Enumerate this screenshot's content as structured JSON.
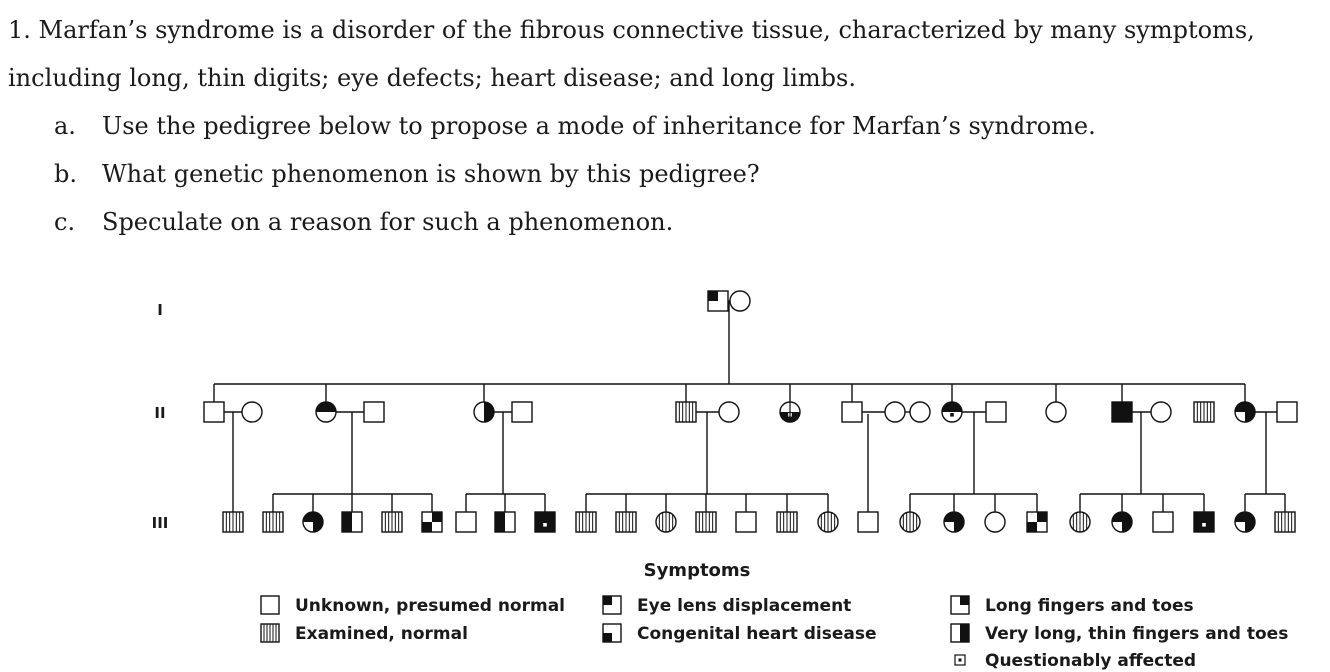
{
  "question": {
    "line1": "1. Marfan’s syndrome is a disorder of the fibrous connective tissue, characterized by many symptoms,",
    "line2": "including long, thin digits; eye defects; heart disease; and long limbs.",
    "parts": [
      {
        "letter": "a.",
        "text": "Use the pedigree below to propose a mode of inheritance for Marfan’s syndrome."
      },
      {
        "letter": "b.",
        "text": "What genetic phenomenon is shown by this pedigree?"
      },
      {
        "letter": "c.",
        "text": "Speculate on a reason for such a phenomenon."
      }
    ]
  },
  "pedigree": {
    "generation_labels": [
      "I",
      "II",
      "III"
    ],
    "individuals": {
      "I": [
        {
          "sex": "m",
          "pheno": "eye"
        },
        {
          "sex": "f",
          "pheno": "unknown"
        }
      ],
      "II": [
        {
          "sex": "m",
          "pheno": "unknown"
        },
        {
          "sex": "f",
          "pheno": "unknown"
        },
        {
          "sex": "f",
          "pheno": "eye+long"
        },
        {
          "sex": "m",
          "pheno": "unknown"
        },
        {
          "sex": "f",
          "pheno": "verylong"
        },
        {
          "sex": "m",
          "pheno": "unknown"
        },
        {
          "sex": "m",
          "pheno": "normal"
        },
        {
          "sex": "f",
          "pheno": "unknown"
        },
        {
          "sex": "f",
          "pheno": "mixed"
        },
        {
          "sex": "m",
          "pheno": "unknown"
        },
        {
          "sex": "f",
          "pheno": "unknown"
        },
        {
          "sex": "f",
          "pheno": "unknown"
        },
        {
          "sex": "f",
          "pheno": "eye+long+q"
        },
        {
          "sex": "m",
          "pheno": "unknown"
        },
        {
          "sex": "f",
          "pheno": "unknown"
        },
        {
          "sex": "m",
          "pheno": "all"
        },
        {
          "sex": "f",
          "pheno": "unknown"
        },
        {
          "sex": "m",
          "pheno": "normal"
        },
        {
          "sex": "f",
          "pheno": "eye+verylong"
        },
        {
          "sex": "m",
          "pheno": "unknown"
        }
      ],
      "III": [
        {
          "sex": "m",
          "pheno": "normal"
        },
        {
          "sex": "m",
          "pheno": "normal"
        },
        {
          "sex": "f",
          "pheno": "eye+verylong"
        },
        {
          "sex": "m",
          "pheno": "eye+heart"
        },
        {
          "sex": "m",
          "pheno": "normal"
        },
        {
          "sex": "m",
          "pheno": "heart+long"
        },
        {
          "sex": "m",
          "pheno": "unknown"
        },
        {
          "sex": "m",
          "pheno": "eye+heart"
        },
        {
          "sex": "m",
          "pheno": "all+q"
        },
        {
          "sex": "m",
          "pheno": "normal"
        },
        {
          "sex": "m",
          "pheno": "normal"
        },
        {
          "sex": "f",
          "pheno": "normal"
        },
        {
          "sex": "m",
          "pheno": "normal"
        },
        {
          "sex": "m",
          "pheno": "unknown"
        },
        {
          "sex": "m",
          "pheno": "normal"
        },
        {
          "sex": "f",
          "pheno": "normal"
        },
        {
          "sex": "m",
          "pheno": "unknown"
        },
        {
          "sex": "f",
          "pheno": "normal"
        },
        {
          "sex": "f",
          "pheno": "eye+verylong"
        },
        {
          "sex": "f",
          "pheno": "unknown"
        },
        {
          "sex": "m",
          "pheno": "heart+long"
        },
        {
          "sex": "f",
          "pheno": "normal"
        },
        {
          "sex": "f",
          "pheno": "eye+verylong"
        },
        {
          "sex": "m",
          "pheno": "unknown"
        },
        {
          "sex": "m",
          "pheno": "all+q"
        },
        {
          "sex": "f",
          "pheno": "eye+verylong"
        },
        {
          "sex": "m",
          "pheno": "normal"
        }
      ]
    }
  },
  "legend": {
    "title": "Symptoms",
    "items": [
      {
        "key": "unknown",
        "label": "Unknown, presumed normal"
      },
      {
        "key": "normal",
        "label": "Examined, normal"
      },
      {
        "key": "eye",
        "label": "Eye lens displacement"
      },
      {
        "key": "heart",
        "label": "Congenital heart disease"
      },
      {
        "key": "long",
        "label": "Long fingers and toes"
      },
      {
        "key": "verylong",
        "label": "Very long, thin fingers and toes"
      },
      {
        "key": "q",
        "label": "Questionably affected"
      }
    ]
  }
}
